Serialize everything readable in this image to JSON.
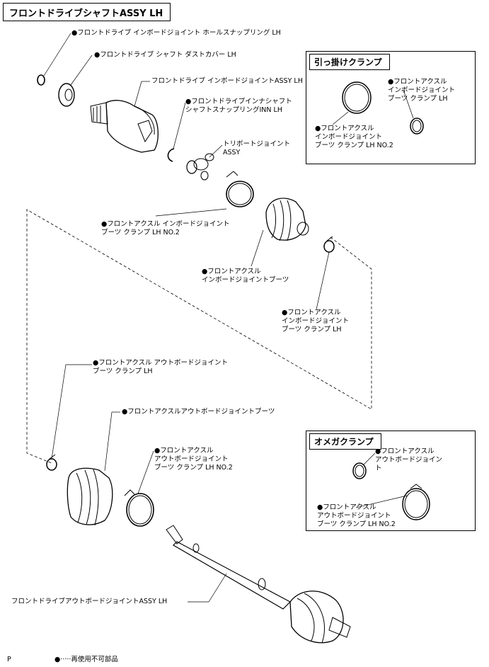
{
  "title": "フロントドライブシャフトASSY LH",
  "labels": {
    "snap_ring": "●フロントドライブ インボードジョイント ホールスナップリング LH",
    "dust_cover": "●フロントドライブ シャフト ダストカバー LH",
    "inboard_joint": "フロントドライブ インボードジョイントASSY LH",
    "inner_snap_l1": "●フロントドライブインナシャフト",
    "inner_snap_l2": "シャフトスナップリングINN LH",
    "tripod_l1": "トリポートジョイント",
    "tripod_l2": "ASSY",
    "ib_clamp2_l1": "●フロントアクスル インボードジョイント",
    "ib_clamp2_l2": "ブーツ クランプ LH NO.2",
    "ib_boot_l1": "●フロントアクスル",
    "ib_boot_l2": "インボードジョイントブーツ",
    "ib_clamp_l1": "●フロントアクスル",
    "ib_clamp_l2": "インボードジョイント",
    "ib_clamp_l3": "ブーツ クランプ LH",
    "ob_clamp_l1": "●フロントアクスル アウトボードジョイント",
    "ob_clamp_l2": "ブーツ クランプ LH",
    "ob_boot": "●フロントアクスルアウトボードジョイントブーツ",
    "ob_clamp2_l1": "●フロントアクスル",
    "ob_clamp2_l2": "アウトボードジョイント",
    "ob_clamp2_l3": "ブーツ クランプ LH NO.2",
    "outboard_joint": "フロントドライブアウトボードジョイントASSY LH",
    "page_mark": "P",
    "legend": "●·····再使用不可部品"
  },
  "box1": {
    "title": "引っ掛けクランプ",
    "a_l1": "●フロントアクスル",
    "a_l2": "インボードジョイント",
    "a_l3": "ブーツ クランプ LH",
    "b_l1": "●フロントアクスル",
    "b_l2": "インボードジョイント",
    "b_l3": "ブーツ クランプ LH NO.2"
  },
  "box2": {
    "title": "オメガクランプ",
    "a_l1": "●フロントアクスル",
    "a_l2": "アウトボードジョイン",
    "a_l3": "ト",
    "b_l1": "●フロントアクスル",
    "b_l2": "アウトボードジョイント",
    "b_l3": "ブーツ クランプ LH NO.2"
  }
}
